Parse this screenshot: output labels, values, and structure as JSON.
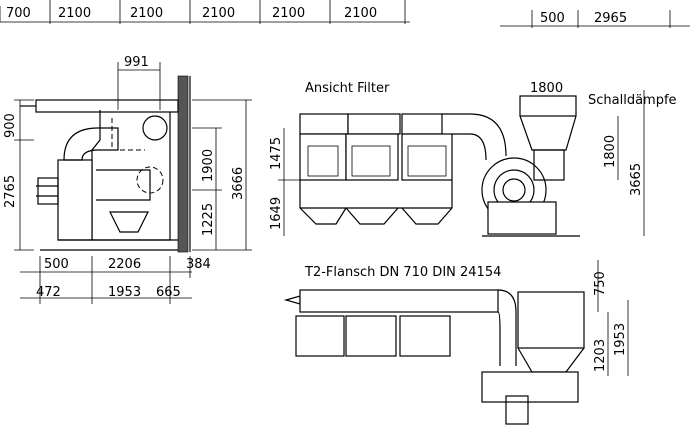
{
  "labels": {
    "ansicht_filter": "Ansicht Filter",
    "schalldaempfer": "Schalldämpfe",
    "flansch": "T2-Flansch DN 710 DIN 24154"
  },
  "dims_top_left": [
    "700",
    "2100",
    "2100",
    "2100",
    "2100",
    "2100"
  ],
  "dims_top_right": [
    "500",
    "2965"
  ],
  "side_view": {
    "d991": "991",
    "d900": "900",
    "d2765": "2765",
    "d1900": "1900",
    "d1225": "1225",
    "d3666": "3666",
    "d500": "500",
    "d2206": "2206",
    "d384": "384",
    "d472": "472",
    "d1953": "1953",
    "d665": "665"
  },
  "front_view": {
    "d1800_top": "1800",
    "d1800_right": "1800",
    "d1475": "1475",
    "d1649": "1649",
    "d3665": "3665"
  },
  "plan_view": {
    "d750": "750",
    "d1203": "1203",
    "d1953": "1953"
  }
}
